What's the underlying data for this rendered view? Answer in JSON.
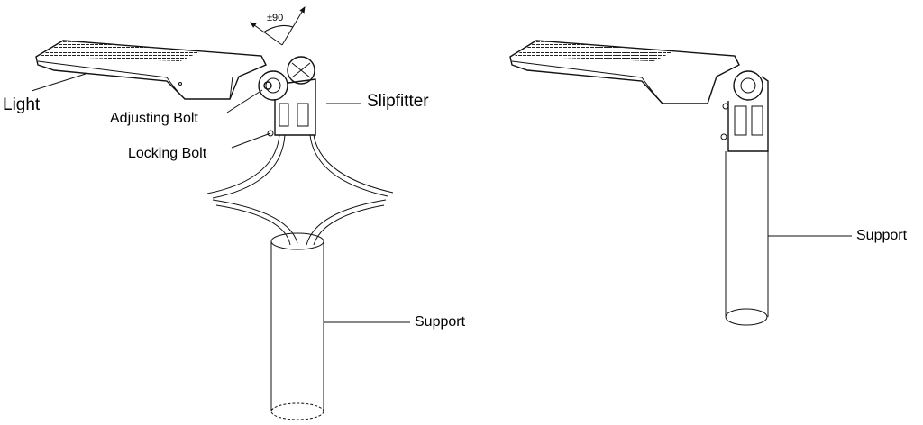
{
  "left_assembly": {
    "labels": {
      "light": "Light",
      "adjusting_bolt": "Adjusting Bolt",
      "locking_bolt": "Locking Bolt",
      "slipfitter": "Slipfitter",
      "support": "Support",
      "angle": "±90"
    }
  },
  "right_assembly": {
    "labels": {
      "support": "Support"
    }
  }
}
